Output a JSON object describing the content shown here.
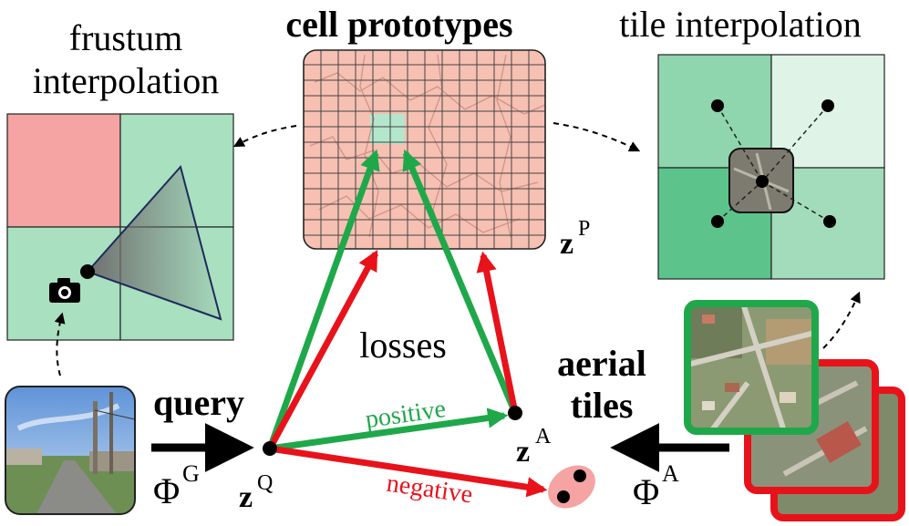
{
  "labels": {
    "frustum_line1": "frustum",
    "frustum_line2": "interpolation",
    "cell_prototypes": "cell prototypes",
    "tile_interpolation": "tile interpolation",
    "losses": "losses",
    "positive": "positive",
    "negative": "negative",
    "query": "query",
    "aerial_line1": "aerial",
    "aerial_line2": "tiles"
  },
  "math": {
    "zP_base": "z",
    "zP_sup": "P",
    "zQ_base": "z",
    "zQ_sup": "Q",
    "zA_base": "z",
    "zA_sup": "A",
    "phiG_base": "Φ",
    "phiG_sup": "G",
    "phiA_base": "Φ",
    "phiA_sup": "A"
  },
  "colors": {
    "positive_green": "#1fa84a",
    "negative_red": "#e8121b",
    "cell_green": "#a8e0c0",
    "cell_red": "#f5a3a3",
    "prototype_pink": "#f6c0b2",
    "tile_green_dark": "#5cc48a",
    "tile_green_mid": "#8fd5ad",
    "tile_green_light": "#dff3e7"
  }
}
